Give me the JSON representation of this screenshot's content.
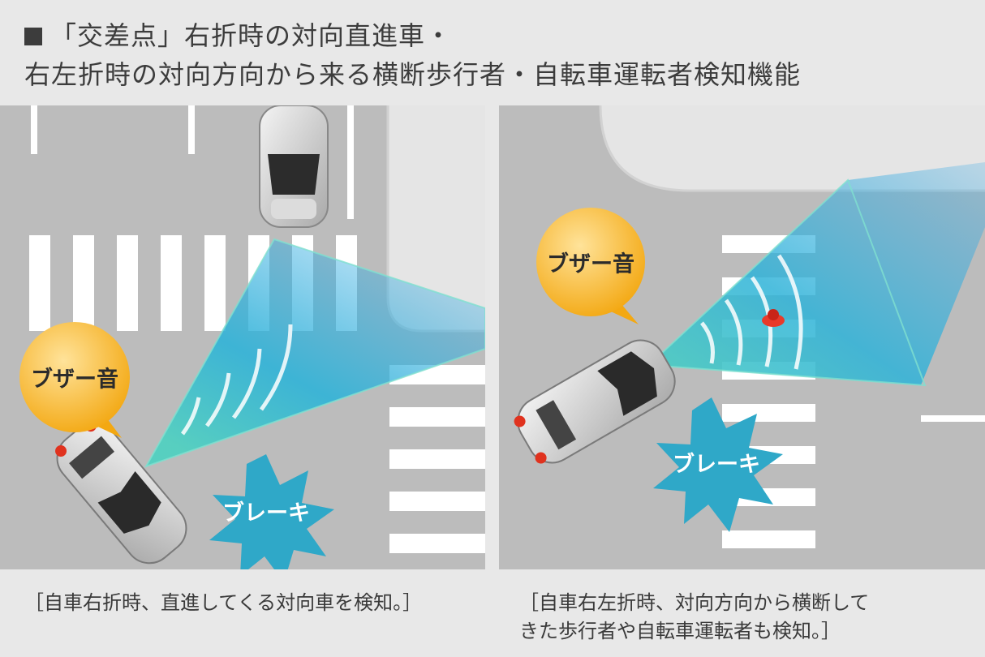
{
  "title": {
    "line1": "「交差点」右折時の対向直進車・",
    "line2": "右左折時の対向方向から来る横断歩行者・自転車運転者検知機能"
  },
  "left_panel": {
    "buzzer_label": "ブザー音",
    "brake_label": "ブレーキ",
    "caption": "［自車右折時、直進してくる対向車を検知。］"
  },
  "right_panel": {
    "buzzer_label": "ブザー音",
    "brake_label": "ブレーキ",
    "caption_line1": "［自車右左折時、対向方向から横断して",
    "caption_line2": "きた歩行者や自転車運転者も検知。］"
  },
  "colors": {
    "background": "#e8e8e8",
    "road": "#bcbcbc",
    "marking": "#ffffff",
    "buzzer_bubble": "#f6b21b",
    "brake_burst": "#2fa8c8",
    "radar_teal": "#52d0c0",
    "radar_blue": "#3aa8e6",
    "pedestrian": "#e83a2a"
  },
  "icons": [
    "car-icon",
    "oncoming-car-icon",
    "pedestrian-icon",
    "speech-bubble-icon",
    "burst-icon"
  ]
}
